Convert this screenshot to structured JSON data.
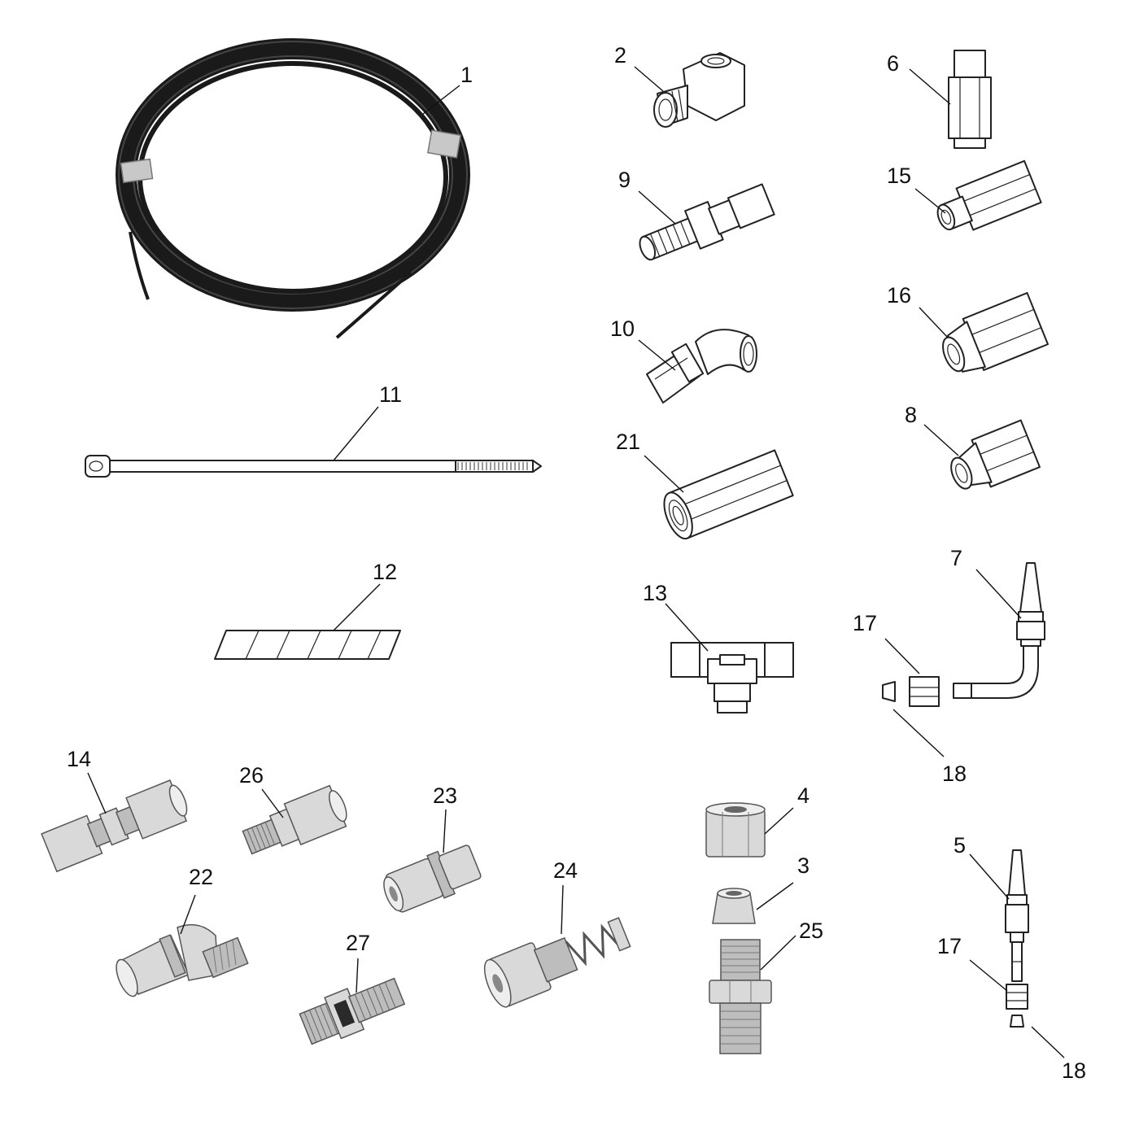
{
  "callouts": [
    {
      "id": "c1",
      "label": "1"
    },
    {
      "id": "c2",
      "label": "2"
    },
    {
      "id": "c6",
      "label": "6"
    },
    {
      "id": "c9",
      "label": "9"
    },
    {
      "id": "c15",
      "label": "15"
    },
    {
      "id": "c16",
      "label": "16"
    },
    {
      "id": "c10",
      "label": "10"
    },
    {
      "id": "c11",
      "label": "11"
    },
    {
      "id": "c8",
      "label": "8"
    },
    {
      "id": "c21",
      "label": "21"
    },
    {
      "id": "c7",
      "label": "7"
    },
    {
      "id": "c12",
      "label": "12"
    },
    {
      "id": "c13",
      "label": "13"
    },
    {
      "id": "c17a",
      "label": "17"
    },
    {
      "id": "c18a",
      "label": "18"
    },
    {
      "id": "c14",
      "label": "14"
    },
    {
      "id": "c26",
      "label": "26"
    },
    {
      "id": "c23",
      "label": "23"
    },
    {
      "id": "c4",
      "label": "4"
    },
    {
      "id": "c5",
      "label": "5"
    },
    {
      "id": "c22",
      "label": "22"
    },
    {
      "id": "c24",
      "label": "24"
    },
    {
      "id": "c3",
      "label": "3"
    },
    {
      "id": "c25",
      "label": "25"
    },
    {
      "id": "c27",
      "label": "27"
    },
    {
      "id": "c17b",
      "label": "17"
    },
    {
      "id": "c18b",
      "label": "18"
    }
  ],
  "colors": {
    "line": "#111111",
    "hose": "#1a1a1a",
    "metal": "#d9d9d9",
    "background": "#ffffff"
  }
}
